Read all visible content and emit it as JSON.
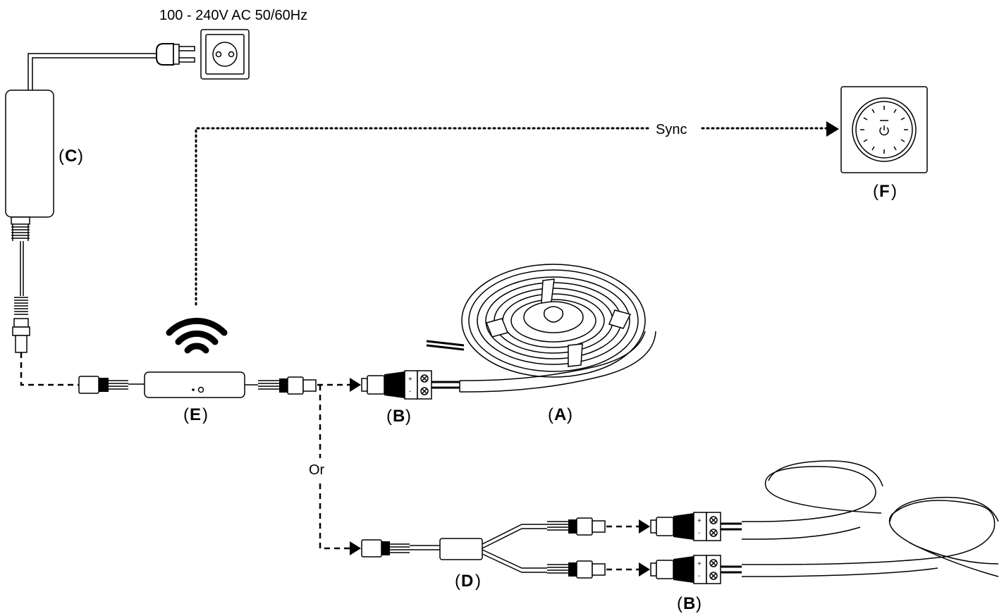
{
  "mains_label": "100 - 240V AC 50/60Hz",
  "sync_label": "Sync",
  "or_label": "Or",
  "components": {
    "A": "A",
    "B": "B",
    "C": "C",
    "D": "D",
    "E": "E",
    "F": "F"
  },
  "colors": {
    "line": "#000000",
    "background": "#ffffff"
  }
}
